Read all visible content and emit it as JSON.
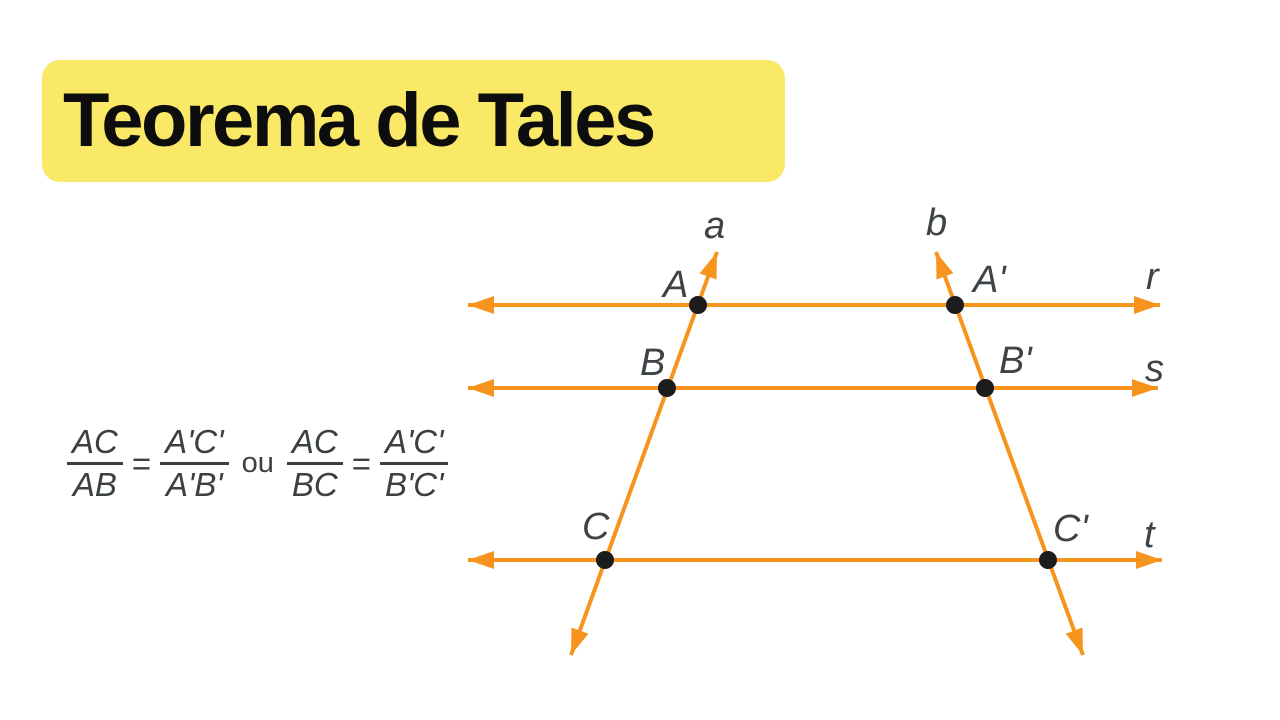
{
  "title": "Teorema de Tales",
  "formula": {
    "f1": {
      "num": "AC",
      "den": "AB"
    },
    "eq1": "=",
    "f2": {
      "num": "A'C'",
      "den": "A'B'"
    },
    "connector": "ou",
    "f3": {
      "num": "AC",
      "den": "BC"
    },
    "eq2": "=",
    "f4": {
      "num": "A'C'",
      "den": "B'C'"
    }
  },
  "diagram": {
    "points": {
      "A": "A",
      "A_prime": "A'",
      "B": "B",
      "B_prime": "B'",
      "C": "C",
      "C_prime": "C'"
    },
    "transversal_labels": {
      "a": "a",
      "b": "b"
    },
    "parallel_labels": {
      "r": "r",
      "s": "s",
      "t": "t"
    },
    "colors": {
      "line": "#F7941E",
      "dot": "#1C1C1C",
      "label": "#3E4347",
      "highlight": "#F9E966"
    }
  }
}
